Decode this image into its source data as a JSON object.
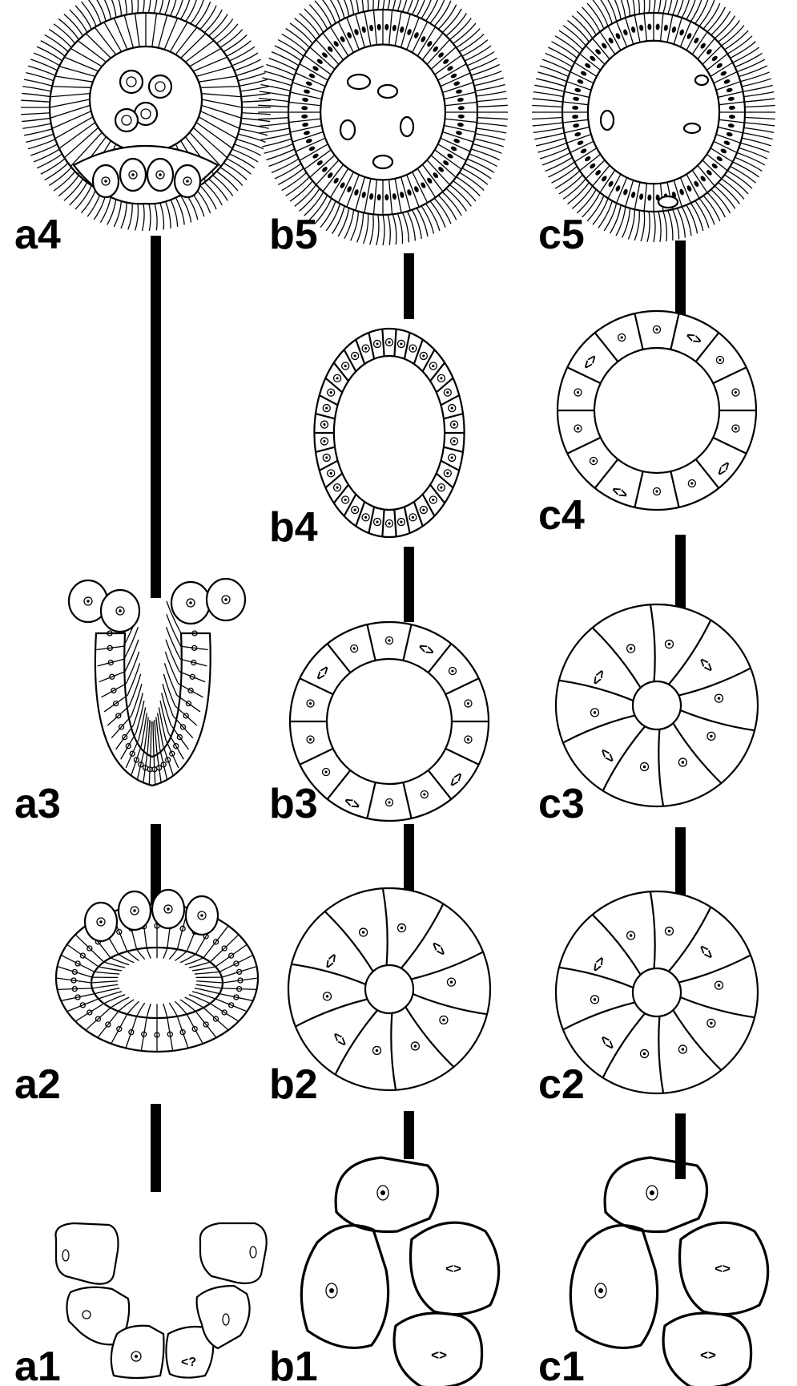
{
  "figure": {
    "columns": [
      {
        "id": "a",
        "stages": [
          {
            "label": "a1"
          },
          {
            "label": "a2"
          },
          {
            "label": "a3"
          },
          {
            "label": "a4"
          }
        ]
      },
      {
        "id": "b",
        "stages": [
          {
            "label": "b1"
          },
          {
            "label": "b2"
          },
          {
            "label": "b3"
          },
          {
            "label": "b4"
          },
          {
            "label": "b5"
          }
        ]
      },
      {
        "id": "c",
        "stages": [
          {
            "label": "c1"
          },
          {
            "label": "c2"
          },
          {
            "label": "c3"
          },
          {
            "label": "c4"
          },
          {
            "label": "c5"
          }
        ]
      }
    ],
    "colors": {
      "ink": "#000000",
      "background": "#ffffff"
    }
  }
}
